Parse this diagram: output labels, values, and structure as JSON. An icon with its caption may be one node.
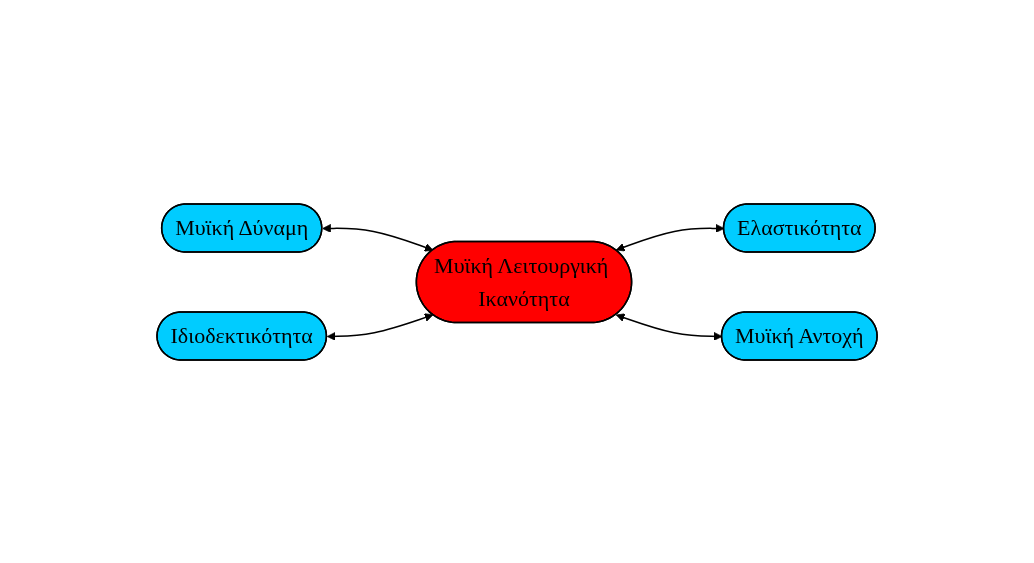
{
  "diagram": {
    "nodes": [
      {
        "text": [
          "Μυϊκή Δύναμη"
        ]
      },
      {
        "text": [
          "Ελαστικότητα"
        ]
      },
      {
        "text": [
          "Μυϊκή Λειτουργική Ικανότητα"
        ]
      },
      {
        "text": [
          "Ιδιοδεκτικότητα"
        ]
      },
      {
        "text": [
          "Μυϊκή Αντοχή"
        ]
      }
    ],
    "edges": [
      {
        "from": 0,
        "to": 2,
        "arrow": "both"
      },
      {
        "from": 2,
        "to": 1,
        "arrow": "both"
      },
      {
        "from": 3,
        "to": 2,
        "arrow": "both"
      },
      {
        "from": 2,
        "to": 4,
        "arrow": "both"
      }
    ]
  }
}
